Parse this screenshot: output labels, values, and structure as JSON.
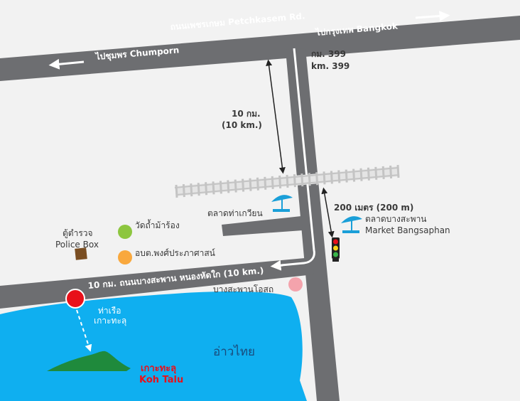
{
  "roads": {
    "petchkasem": "ถนนเพชรเกษม Petchkasem Rd.",
    "to_bangkok": "ไปกรุงเทพ Bangkok",
    "to_chumporn": "ไปชุมพร Chumporn",
    "bangsaphan_nongho": "10 กม. ถนนบางสะพาน หนองหัดใก (10 km.)"
  },
  "km_marker": {
    "thai": "กม. 399",
    "en": "km. 399"
  },
  "distances": {
    "ten_km_thai": "10 กม.",
    "ten_km_en": "(10 km.)",
    "two_hundred_m": "200 เมตร (200 m)"
  },
  "places": {
    "market_thakwian": "ตลาดท่าเกวียน",
    "market_bangsaphan_thai": "ตลาดบางสะพาน",
    "market_bangsaphan_en": "Market Bangsaphan",
    "police_thai": "ตู้ตำรวจ",
    "police_en": "Police Box",
    "temple": "วัดถ้ำม้าร้อง",
    "district_office": "อบต.พงศ์ประภาศาสน์",
    "bangsaphan_osot": "บางสะพานโอสถ",
    "pier_line1": "ท่าเรือ",
    "pier_line2": "เกาะทะลุ",
    "island_thai": "เกาะทะลุ",
    "island_en": "Koh Talu",
    "gulf": "อ่าวไทย"
  },
  "colors": {
    "background": "#f2f2f2",
    "road": "#6d6e71",
    "sea": "#0faff0",
    "island": "#1f8a3c",
    "pier": "#e8101a",
    "temple": "#8dc63f",
    "district_office": "#f9a83d",
    "bangsaphan_osot": "#f4a3ac",
    "police_box": "#7a4e22",
    "market_icon": "#1a9fd8",
    "rail": "#c4c4c4"
  },
  "icons": [
    "traffic-light-icon",
    "market-umbrella-icon",
    "police-box-icon",
    "arrow-left-icon",
    "arrow-right-icon"
  ]
}
